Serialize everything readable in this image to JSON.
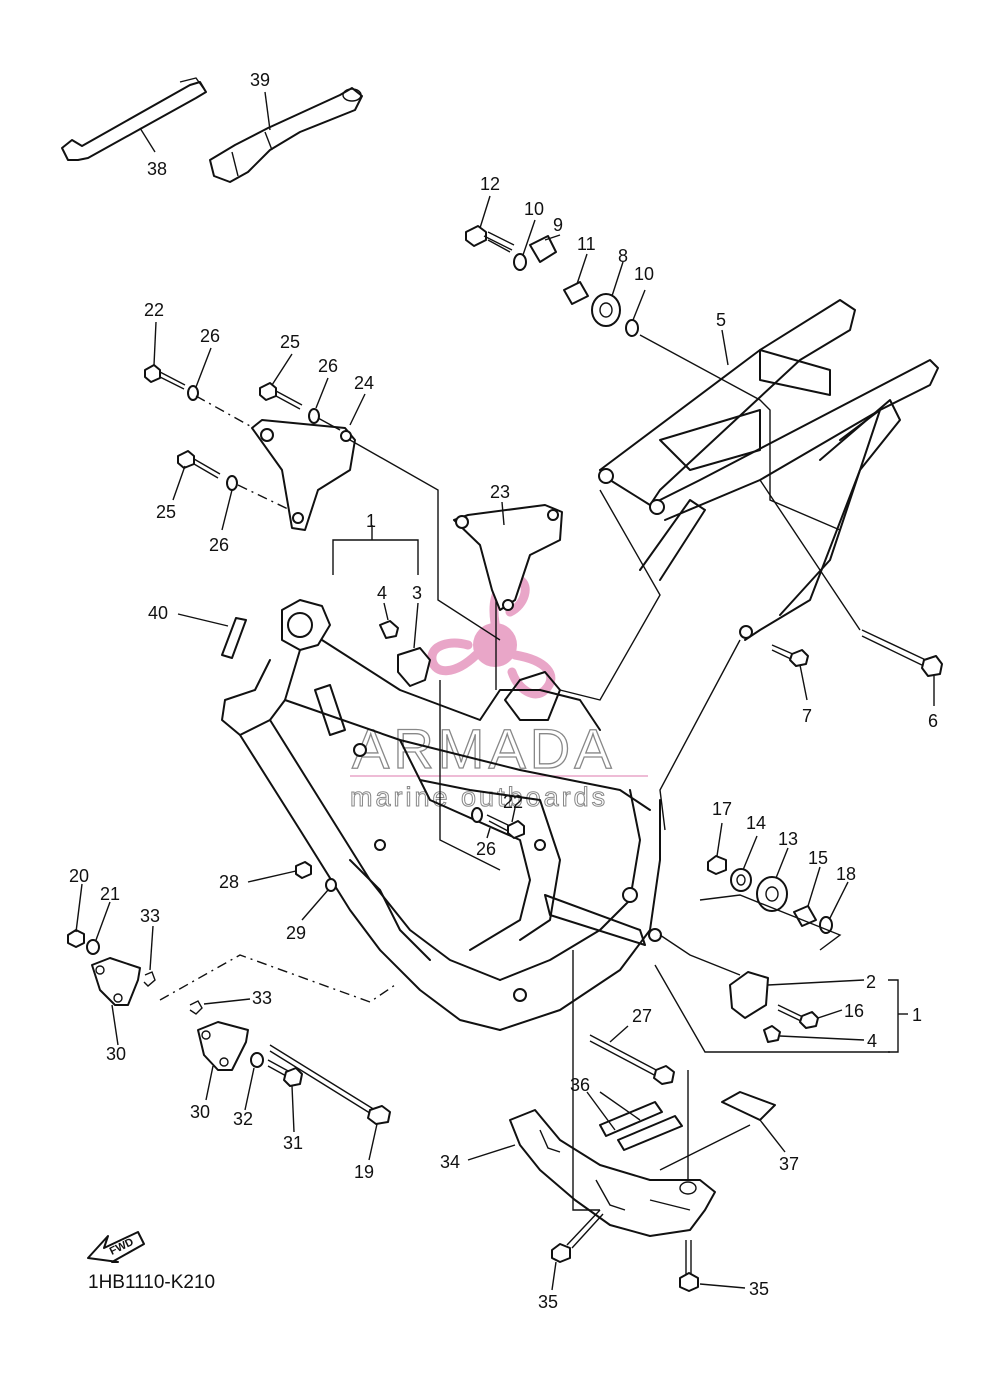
{
  "diagram_code": "1HB1110-K210",
  "fwd_label": "FWD",
  "watermark": {
    "brand": "ARMADA",
    "tagline": "marine outboards",
    "color": "#e9a6c8"
  },
  "callouts": {
    "c1_group_top": "1",
    "c1_group_right": "1",
    "c2": "2",
    "c3": "3",
    "c4_top": "4",
    "c4_right": "4",
    "c5": "5",
    "c6": "6",
    "c7": "7",
    "c8": "8",
    "c9": "9",
    "c10_a": "10",
    "c10_b": "10",
    "c11": "11",
    "c12": "12",
    "c13": "13",
    "c14": "14",
    "c15": "15",
    "c16": "16",
    "c17": "17",
    "c18": "18",
    "c19": "19",
    "c20": "20",
    "c21": "21",
    "c22_a": "22",
    "c22_b": "22",
    "c23": "23",
    "c24": "24",
    "c25_a": "25",
    "c25_b": "25",
    "c26_a": "26",
    "c26_b": "26",
    "c26_c": "26",
    "c26_d": "26",
    "c27": "27",
    "c28": "28",
    "c29": "29",
    "c30_a": "30",
    "c30_b": "30",
    "c31": "31",
    "c32": "32",
    "c33_a": "33",
    "c33_b": "33",
    "c34": "34",
    "c35_a": "35",
    "c35_b": "35",
    "c36": "36",
    "c37": "37",
    "c38": "38",
    "c39": "39",
    "c40": "40"
  }
}
